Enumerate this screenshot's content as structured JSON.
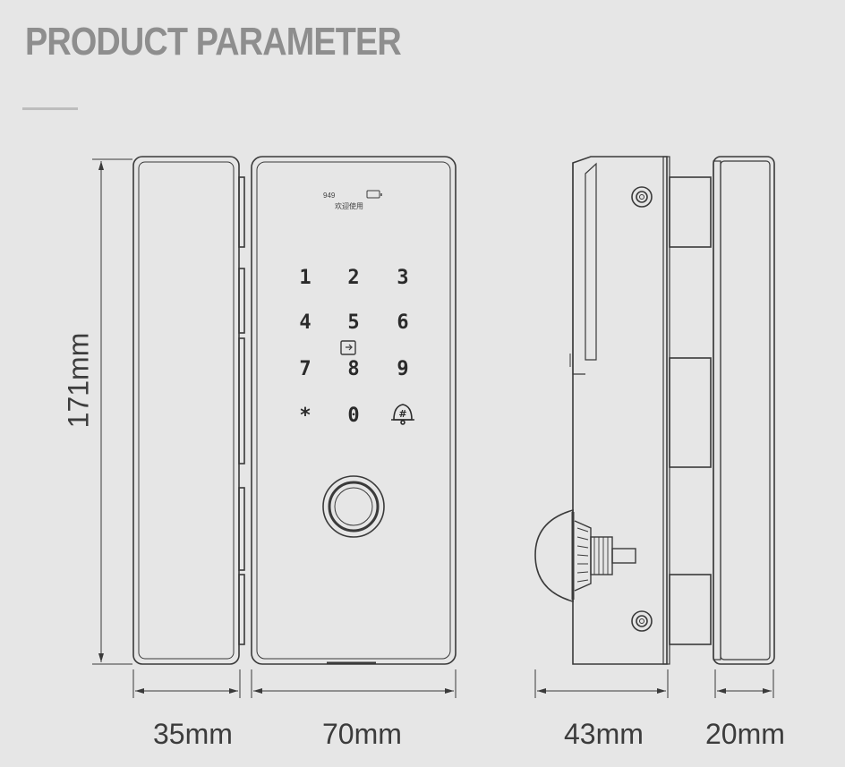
{
  "header": {
    "title": "PRODUCT PARAMETER"
  },
  "panel": {
    "code": "949",
    "welcome": "欢迎使用",
    "keypad": [
      "1",
      "2",
      "3",
      "4",
      "5",
      "6",
      "7",
      "8",
      "9",
      "*",
      "0",
      "#"
    ]
  },
  "dimensions": {
    "height": "171mm",
    "width_handle": "35mm",
    "width_front": "70mm",
    "depth_body": "43mm",
    "depth_clamp": "20mm"
  },
  "colors": {
    "background": "#e6e6e6",
    "line": "#3a3a3a",
    "title": "#8e8e8e"
  }
}
